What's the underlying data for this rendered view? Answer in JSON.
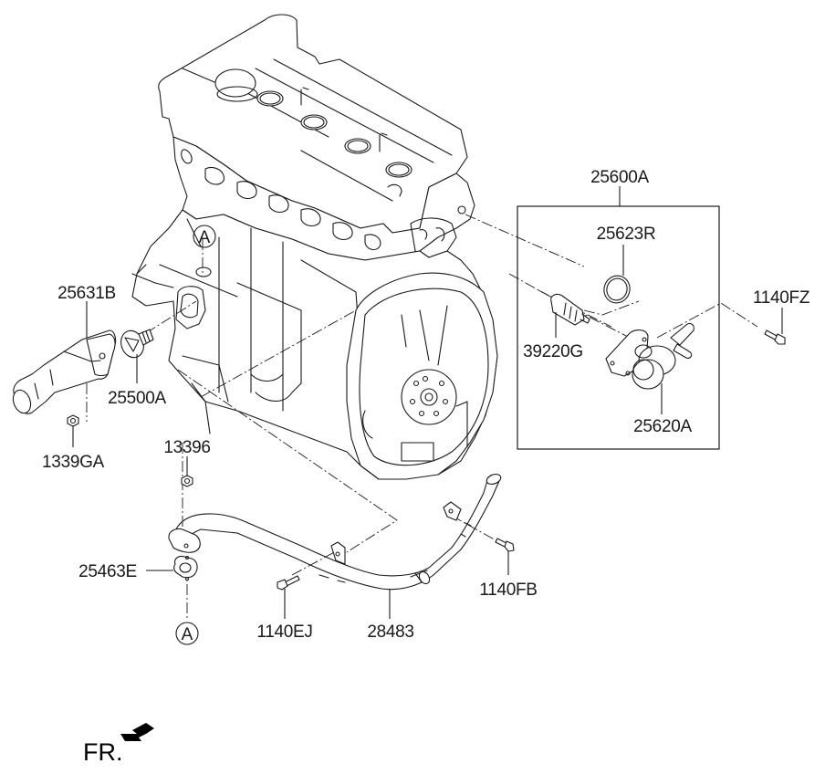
{
  "diagram": {
    "title": "Coolant pipe & hose / water outlet (exploded view)",
    "parts": {
      "p25600A": "25600A",
      "p25623R": "25623R",
      "p1140FZ": "1140FZ",
      "p39220G": "39220G",
      "p25620A": "25620A",
      "p25631B": "25631B",
      "p25500A": "25500A",
      "p1339GA": "1339GA",
      "p13396": "13396",
      "p25463E": "25463E",
      "p1140EJ": "1140EJ",
      "p28483": "28483",
      "p1140FB": "1140FB"
    },
    "reference_marks": {
      "upper": "A",
      "lower": "A"
    },
    "orientation": {
      "label": "FR.",
      "arrow_icon": "front-direction-arrow-icon"
    },
    "colors": {
      "line": "#1a1a1a",
      "background": "#ffffff"
    }
  }
}
